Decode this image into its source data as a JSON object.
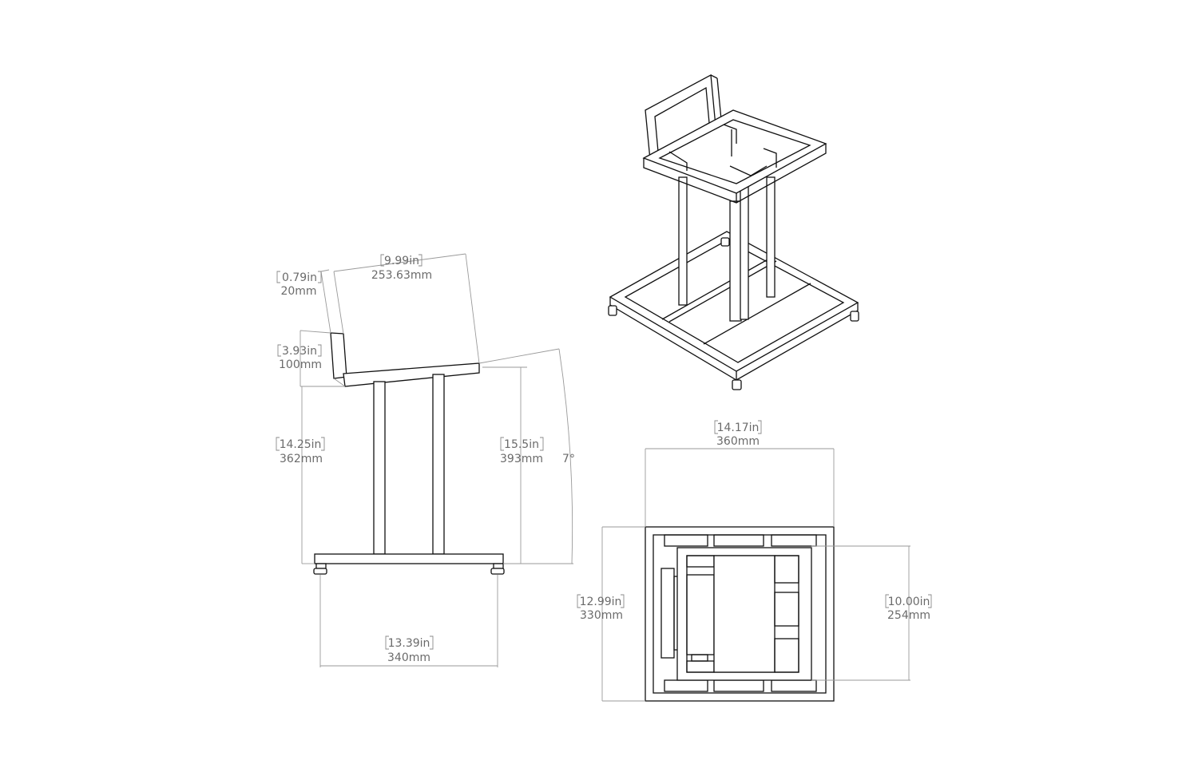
{
  "dimensions": {
    "back_thickness": {
      "inch": "0.79in",
      "metric": "20mm"
    },
    "back_length": {
      "inch": "9.99in",
      "metric": "253.63mm"
    },
    "back_height": {
      "inch": "3.93in",
      "metric": "100mm"
    },
    "rear_height": {
      "inch": "14.25in",
      "metric": "362mm"
    },
    "front_height": {
      "inch": "15.5in",
      "metric": "393mm"
    },
    "tilt_angle": {
      "label": "7°"
    },
    "base_depth": {
      "inch": "13.39in",
      "metric": "340mm"
    },
    "top_width": {
      "inch": "14.17in",
      "metric": "360mm"
    },
    "top_depth": {
      "inch": "12.99in",
      "metric": "330mm"
    },
    "platform_depth": {
      "inch": "10.00in",
      "metric": "254mm"
    }
  }
}
